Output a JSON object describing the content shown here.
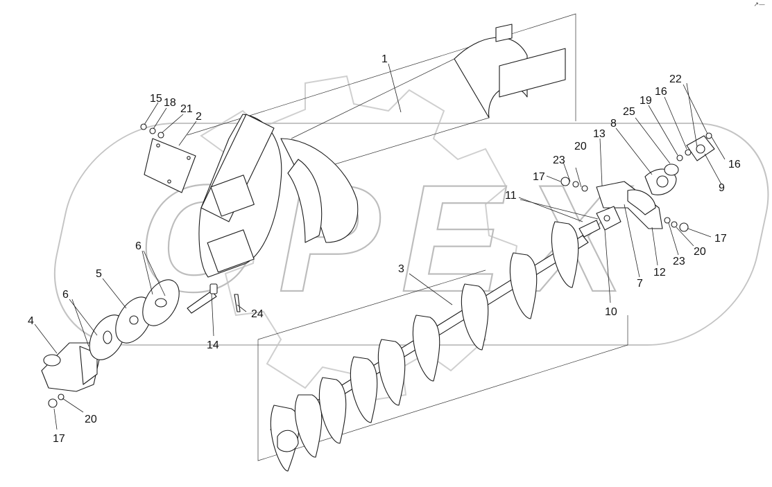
{
  "diagram": {
    "callouts": [
      {
        "id": "c1",
        "label": "1"
      },
      {
        "id": "c2",
        "label": "2"
      },
      {
        "id": "c3",
        "label": "3"
      },
      {
        "id": "c4",
        "label": "4"
      },
      {
        "id": "c5",
        "label": "5"
      },
      {
        "id": "c6a",
        "label": "6"
      },
      {
        "id": "c6b",
        "label": "6"
      },
      {
        "id": "c7",
        "label": "7"
      },
      {
        "id": "c8",
        "label": "8"
      },
      {
        "id": "c9",
        "label": "9"
      },
      {
        "id": "c10",
        "label": "10"
      },
      {
        "id": "c11",
        "label": "11"
      },
      {
        "id": "c12",
        "label": "12"
      },
      {
        "id": "c13",
        "label": "13"
      },
      {
        "id": "c14",
        "label": "14"
      },
      {
        "id": "c15",
        "label": "15"
      },
      {
        "id": "c16a",
        "label": "16"
      },
      {
        "id": "c16b",
        "label": "16"
      },
      {
        "id": "c17a",
        "label": "17"
      },
      {
        "id": "c17b",
        "label": "17"
      },
      {
        "id": "c17c",
        "label": "17"
      },
      {
        "id": "c18",
        "label": "18"
      },
      {
        "id": "c19",
        "label": "19"
      },
      {
        "id": "c20a",
        "label": "20"
      },
      {
        "id": "c20b",
        "label": "20"
      },
      {
        "id": "c20c",
        "label": "20"
      },
      {
        "id": "c21",
        "label": "21"
      },
      {
        "id": "c22",
        "label": "22"
      },
      {
        "id": "c23a",
        "label": "23"
      },
      {
        "id": "c23b",
        "label": "23"
      },
      {
        "id": "c24",
        "label": "24"
      },
      {
        "id": "c25",
        "label": "25"
      }
    ],
    "watermark": {
      "text": "OPEX"
    },
    "corner_mark": "↗—"
  }
}
